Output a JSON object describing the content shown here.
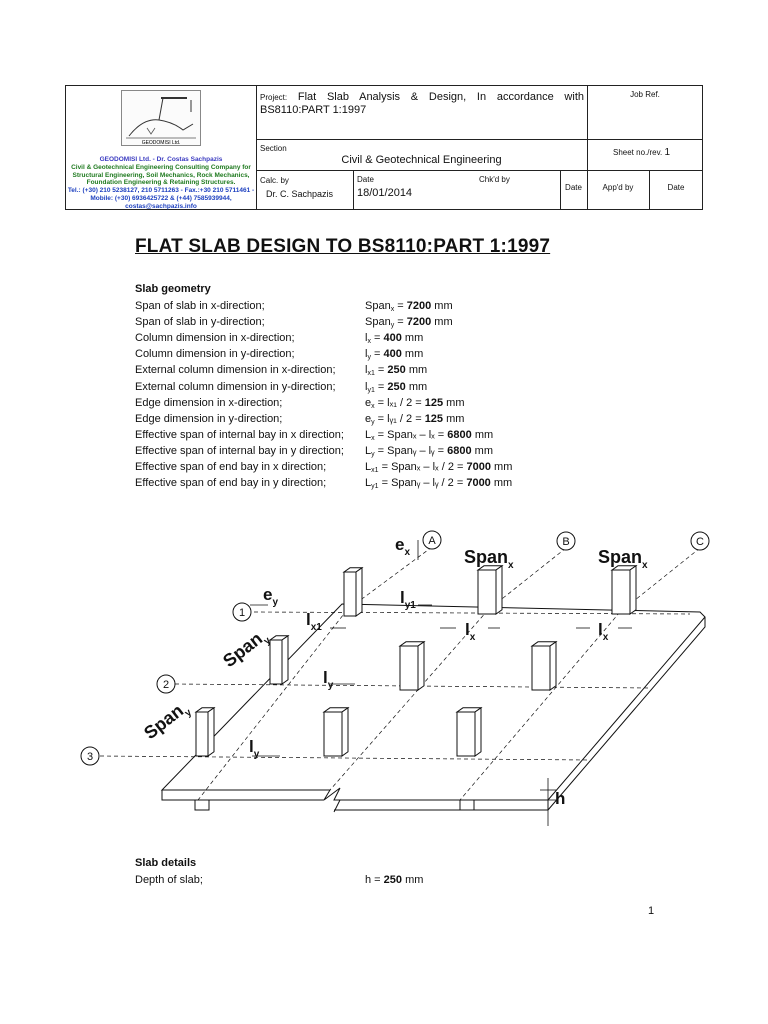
{
  "title_block": {
    "company_lines": [
      "GEODOMISI Ltd. - Dr. Costas Sachpazis",
      "Civil & Geotechnical Engineering Consulting Company for",
      "Structural Engineering, Soil Mechanics, Rock Mechanics,",
      "Foundation Engineering & Retaining Structures.",
      "Tel.: (+30) 210 5238127, 210 5711263 - Fax.:+30 210 5711461 -",
      "Mobile: (+30) 6936425722 & (+44) 7585939944, costas@sachpazis.info"
    ],
    "logo_caption": "GEODOMISI Ltd.",
    "project_label": "Project:",
    "project_text": "Flat Slab Analysis & Design, In accordance with BS8110:PART 1:1997",
    "job_ref_label": "Job Ref.",
    "section_label": "Section",
    "section_text": "Civil & Geotechnical Engineering",
    "sheet_label": "Sheet no./rev.",
    "sheet_value": "1",
    "calc_by_label": "Calc. by",
    "calc_by_value": "Dr. C. Sachpazis",
    "date_label": "Date",
    "date_value": "18/01/2014",
    "chkd_label": "Chk'd by",
    "date2_label": "Date",
    "appd_label": "App'd by",
    "date3_label": "Date"
  },
  "heading": "FLAT SLAB DESIGN TO BS8110:PART 1:1997",
  "geometry": {
    "heading": "Slab geometry",
    "rows": [
      {
        "label": "Span of slab in x-direction;",
        "pre": "Span",
        "sub": "x",
        "mid": " = ",
        "bold": "7200",
        "unit": " mm"
      },
      {
        "label": "Span of slab in y-direction;",
        "pre": "Span",
        "sub": "y",
        "mid": " = ",
        "bold": "7200",
        "unit": " mm"
      },
      {
        "label": "Column dimension in x-direction;",
        "pre": "l",
        "sub": "x",
        "mid": " = ",
        "bold": "400",
        "unit": " mm"
      },
      {
        "label": "Column dimension in y-direction;",
        "pre": "l",
        "sub": "y",
        "mid": " = ",
        "bold": "400",
        "unit": " mm"
      },
      {
        "label": "External column dimension in x-direction;",
        "pre": "l",
        "sub": "x1",
        "mid": " = ",
        "bold": "250",
        "unit": " mm"
      },
      {
        "label": "External column dimension in y-direction;",
        "pre": "l",
        "sub": "y1",
        "mid": " = ",
        "bold": "250",
        "unit": " mm"
      },
      {
        "label": "Edge dimension in x-direction;",
        "pre": "e",
        "sub": "x",
        "mid": " = lₓ₁ / 2 = ",
        "bold": "125",
        "unit": " mm"
      },
      {
        "label": "Edge dimension in y-direction;",
        "pre": "e",
        "sub": "y",
        "mid": " = lᵧ₁ / 2 = ",
        "bold": "125",
        "unit": " mm"
      },
      {
        "label": "Effective span of internal bay in x direction;",
        "pre": "L",
        "sub": "x",
        "mid": " = Spanₓ – lₓ = ",
        "bold": "6800",
        "unit": " mm"
      },
      {
        "label": "Effective span of internal bay in y direction;",
        "pre": "L",
        "sub": "y",
        "mid": " = Spanᵧ – lᵧ = ",
        "bold": "6800",
        "unit": " mm"
      },
      {
        "label": "Effective span of end bay in x direction;",
        "pre": "L",
        "sub": "x1",
        "mid": " = Spanₓ – lₓ / 2 = ",
        "bold": "7000",
        "unit": " mm"
      },
      {
        "label": "Effective span of end bay in y direction;",
        "pre": "L",
        "sub": "y1",
        "mid": " = Spanᵧ – lᵧ / 2 = ",
        "bold": "7000",
        "unit": " mm"
      }
    ]
  },
  "diagram": {
    "grid_x": [
      "A",
      "B",
      "C"
    ],
    "grid_y": [
      "1",
      "2",
      "3"
    ],
    "labels": {
      "ex": "e",
      "ex_sub": "x",
      "ey": "e",
      "ey_sub": "y",
      "spanx": "Span",
      "spanx_sub": "x",
      "spany": "Span",
      "spany_sub": "y",
      "lx": "l",
      "lx_sub": "x",
      "ly": "l",
      "ly_sub": "y",
      "lx1": "l",
      "lx1_sub": "x1",
      "ly1": "l",
      "ly1_sub": "y1",
      "h": "h"
    }
  },
  "details": {
    "heading": "Slab details",
    "rows": [
      {
        "label": "Depth of slab;",
        "pre": "h",
        "sub": "",
        "mid": " = ",
        "bold": "250",
        "unit": " mm"
      }
    ]
  },
  "page_number": "1"
}
